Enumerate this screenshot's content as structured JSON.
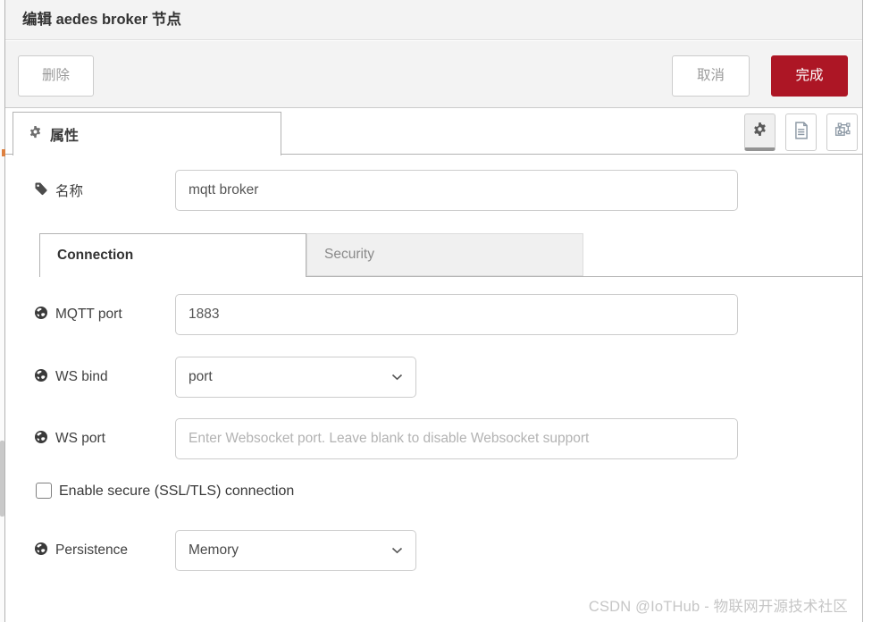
{
  "colors": {
    "accent_red": "#AD1625",
    "toolbar_bg": "#f3f3f3"
  },
  "tray": {
    "title": "编辑 aedes broker 节点",
    "delete_button": "删除",
    "cancel_button": "取消",
    "done_button": "完成",
    "properties_tab": "属性"
  },
  "form": {
    "name": {
      "label": "名称",
      "value": "mqtt broker"
    },
    "broker_tabs": {
      "connection": "Connection",
      "security": "Security"
    },
    "mqtt_port": {
      "label": "MQTT port",
      "value": "1883"
    },
    "ws_bind": {
      "label": "WS bind",
      "value": "port"
    },
    "ws_port": {
      "label": "WS port",
      "placeholder": "Enter Websocket port. Leave blank to disable Websocket support"
    },
    "ssl_checkbox": {
      "label": "Enable secure (SSL/TLS) connection"
    },
    "persistence": {
      "label": "Persistence",
      "value": "Memory"
    }
  },
  "watermark": "CSDN @IoTHub - 物联网开源技术社区"
}
